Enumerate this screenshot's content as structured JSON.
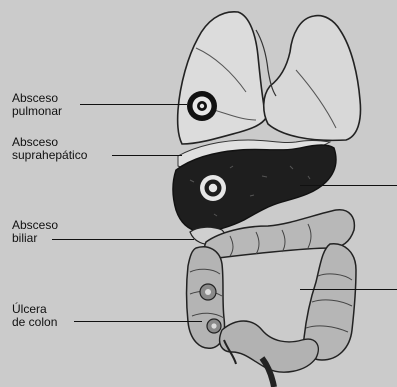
{
  "labels": {
    "lung_abscess": {
      "line1": "Absceso",
      "line2": "pulmonar"
    },
    "subphrenic_abscess": {
      "line1": "Absceso",
      "line2": "suprahepático"
    },
    "biliary_abscess": {
      "line1": "Absceso",
      "line2": "biliar"
    },
    "colon_ulcer": {
      "line1": "Úlcera",
      "line2": "de colon"
    }
  },
  "colors": {
    "background": "#cbcbcb",
    "ink": "#111111",
    "liver": "#1e1e1e",
    "lung_fill": "#d9d9d9",
    "colon_fill": "#b4b4b4"
  }
}
